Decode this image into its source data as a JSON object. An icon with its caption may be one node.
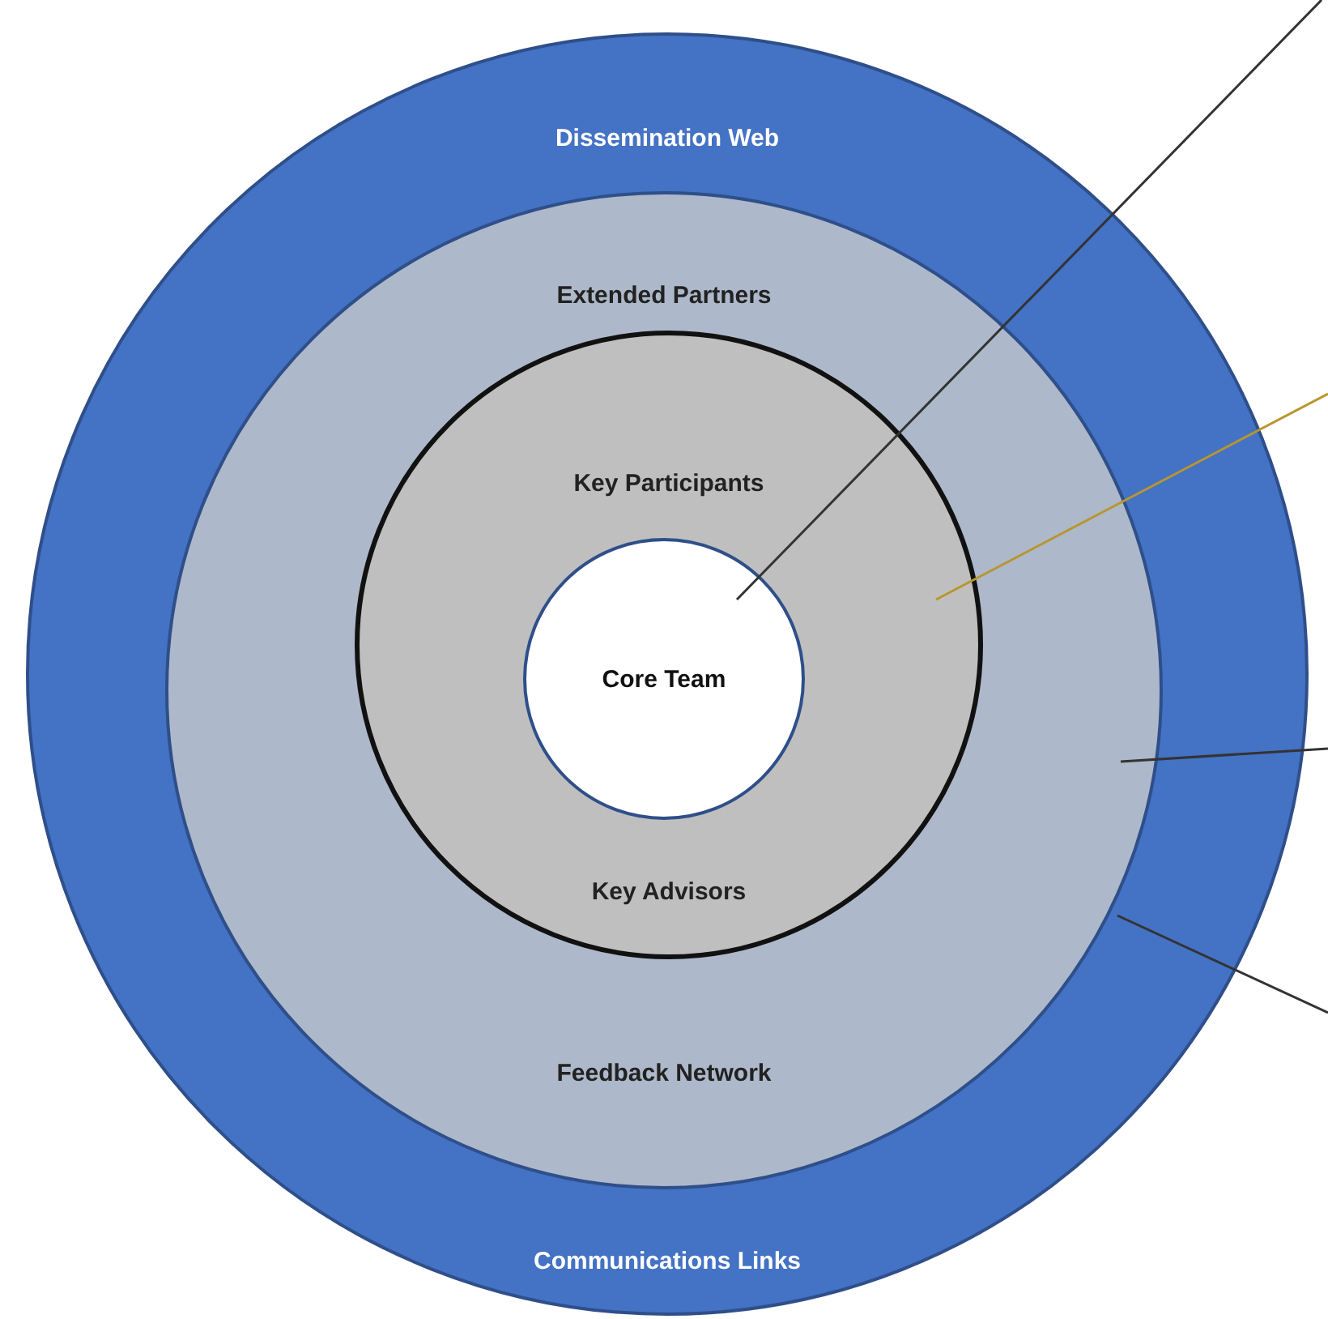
{
  "diagram": {
    "nodes": [
      {
        "text": [
          "Dissemination Web",
          "Communications Links"
        ]
      },
      {
        "text": [
          "Extended Partners",
          "Feedback Network"
        ],
        "in": 0
      },
      {
        "text": [
          "Key Participants",
          "Key Advisors"
        ],
        "in": 1
      },
      {
        "text": [
          "Core Team"
        ],
        "in": 2
      }
    ],
    "edges": [
      {
        "from": null,
        "to": 3,
        "arrow": "none"
      },
      {
        "from": null,
        "to": 2,
        "arrow": "none",
        "color": "#b8962e"
      },
      {
        "from": null,
        "to": 1,
        "arrow": "none"
      },
      {
        "from": null,
        "to": 0,
        "arrow": "none"
      }
    ]
  }
}
